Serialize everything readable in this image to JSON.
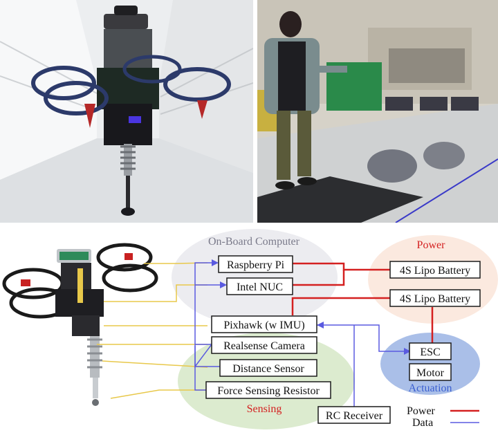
{
  "groups": {
    "onboard": "On-Board Computer",
    "power": "Power",
    "sensing": "Sensing",
    "actuation": "Actuation"
  },
  "boxes": {
    "raspberry_pi": "Raspberry Pi",
    "intel_nuc": "Intel NUC",
    "pixhawk": "Pixhawk (w IMU)",
    "realsense": "Realsense Camera",
    "distance": "Distance Sensor",
    "force": "Force Sensing Resistor",
    "rc_receiver": "RC Receiver",
    "battery_1": "4S Lipo Battery",
    "battery_2": "4S Lipo Battery",
    "esc": "ESC",
    "motor": "Motor"
  },
  "legend": {
    "power": "Power",
    "data": "Data"
  },
  "colors": {
    "power_line": "#d42020",
    "data_line": "#5a5ae0",
    "leader_line": "#e8c84a",
    "onboard_fill": "#ececf0",
    "power_fill": "#fbe9df",
    "sensing_fill": "#dcebcf",
    "actuation_fill": "#aabfe8",
    "onboard_text": "#7a7a8a",
    "power_text": "#d42020",
    "sensing_text": "#d42020",
    "actuation_text": "#3a5fd0"
  }
}
